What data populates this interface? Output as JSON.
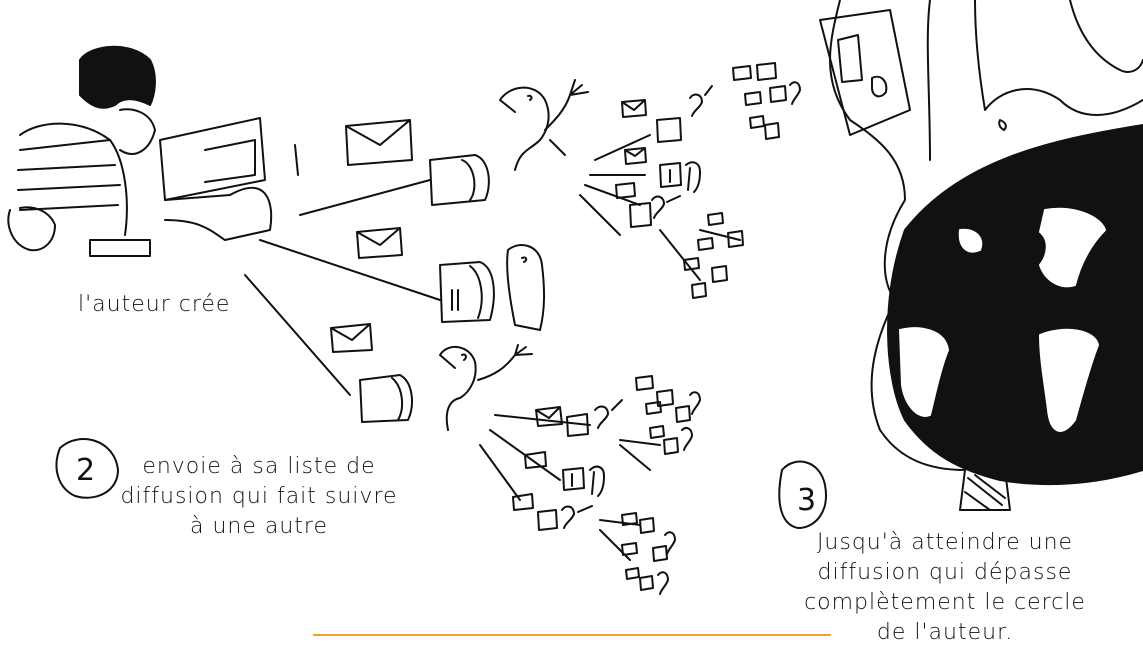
{
  "captions": {
    "author": "l'auteur crée",
    "step2": {
      "number": "2",
      "lines": [
        "envoie à sa liste de",
        "diffusion qui fait suivre",
        "à une autre"
      ]
    },
    "step3": {
      "number": "3",
      "lines": [
        "Jusqu'à atteindre une",
        "diffusion qui  dépasse",
        "complètement le cercle",
        "de l'auteur."
      ]
    }
  },
  "colors": {
    "ink": "#111111",
    "accent_bar": "#f0a030"
  },
  "icons": [
    "author-at-computer",
    "envelope-icon",
    "mailbox-icon",
    "person-figure",
    "globe"
  ]
}
